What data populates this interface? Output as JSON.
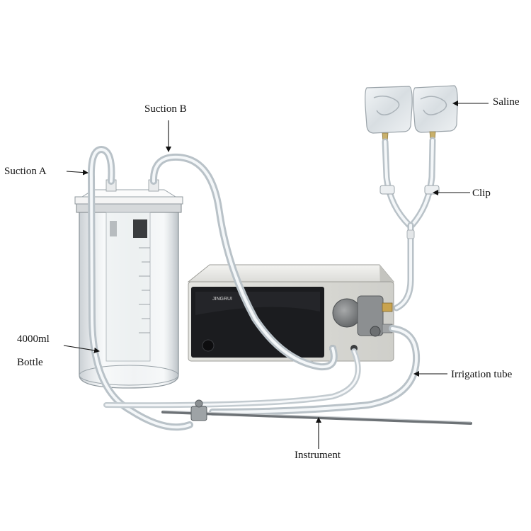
{
  "labels": {
    "suction_a": "Suction A",
    "suction_b": "Suction B",
    "bottle_volume": "4000ml",
    "bottle": "Bottle",
    "saline": "Saline",
    "clip": "Clip",
    "irrigation_tube": "Irrigation tube",
    "instrument": "Instrument"
  },
  "device": {
    "brand": "JINGRUI"
  },
  "colors": {
    "tube": "#c9d2d8",
    "tube_highlight": "#f4f7f9",
    "device_body": "#e9e9e6",
    "device_panel": "#1b1c1f",
    "label_text": "#111111"
  }
}
